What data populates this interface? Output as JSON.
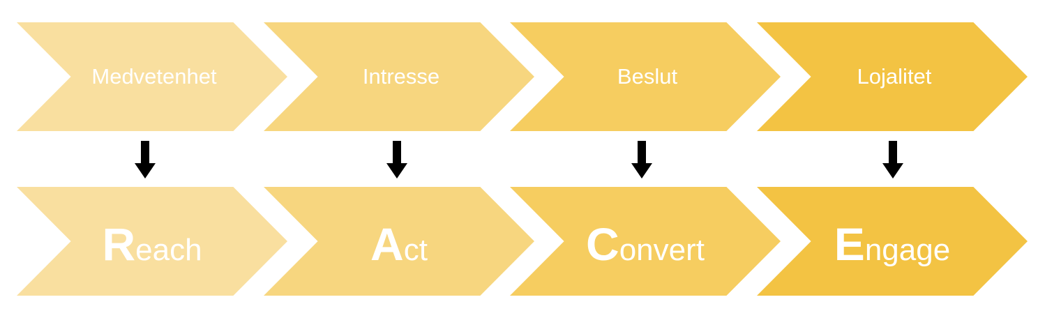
{
  "stages": [
    {
      "phase": "Medvetenhet",
      "initial": "R",
      "rest": "each",
      "color": "#f9df9f"
    },
    {
      "phase": "Intresse",
      "initial": "A",
      "rest": "ct",
      "color": "#f7d67f"
    },
    {
      "phase": "Beslut",
      "initial": "C",
      "rest": "onvert",
      "color": "#f6cd60"
    },
    {
      "phase": "Lojalitet",
      "initial": "E",
      "rest": "ngage",
      "color": "#f3c343"
    }
  ],
  "arrow_icon": "down-arrow-icon",
  "text_color": "#ffffff",
  "arrow_color": "#000000"
}
